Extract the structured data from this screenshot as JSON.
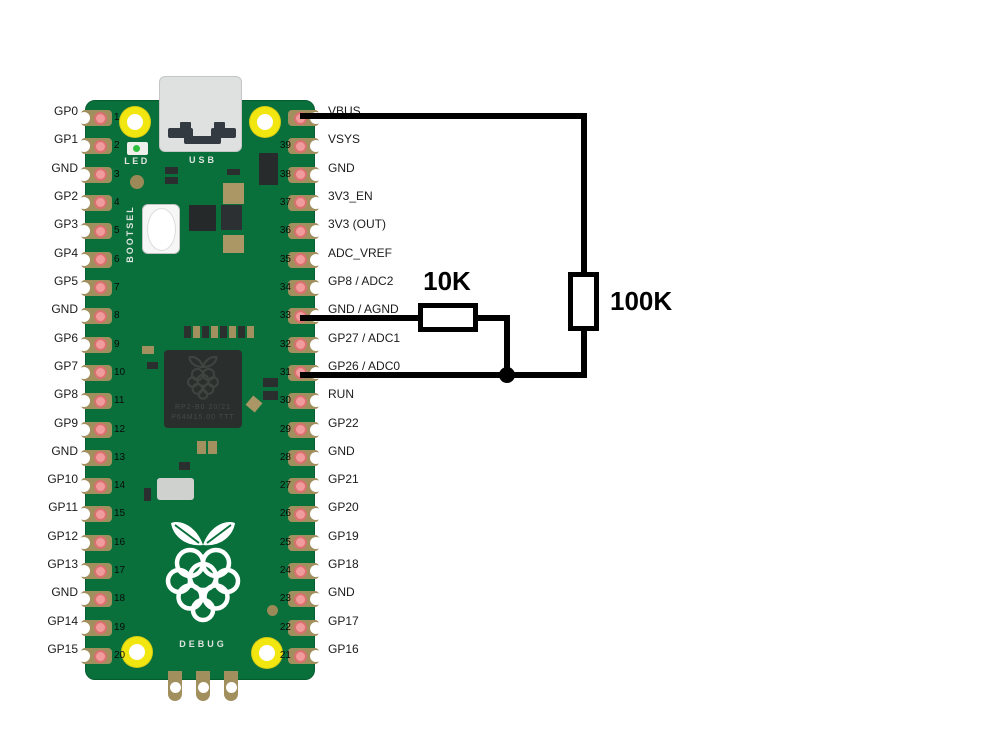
{
  "board": {
    "name": "Raspberry Pi Pico",
    "silkscreen": {
      "led": "LED",
      "usb": "USB",
      "bootsel": "BOOTSEL",
      "debug": "DEBUG",
      "chip_line1": "RP2-B0  20/21",
      "chip_line2": "P64M15.00 TTT"
    },
    "left_pins": [
      {
        "num": "1",
        "label": "GP0"
      },
      {
        "num": "2",
        "label": "GP1"
      },
      {
        "num": "3",
        "label": "GND"
      },
      {
        "num": "4",
        "label": "GP2"
      },
      {
        "num": "5",
        "label": "GP3"
      },
      {
        "num": "6",
        "label": "GP4"
      },
      {
        "num": "7",
        "label": "GP5"
      },
      {
        "num": "8",
        "label": "GND"
      },
      {
        "num": "9",
        "label": "GP6"
      },
      {
        "num": "10",
        "label": "GP7"
      },
      {
        "num": "11",
        "label": "GP8"
      },
      {
        "num": "12",
        "label": "GP9"
      },
      {
        "num": "13",
        "label": "GND"
      },
      {
        "num": "14",
        "label": "GP10"
      },
      {
        "num": "15",
        "label": "GP11"
      },
      {
        "num": "16",
        "label": "GP12"
      },
      {
        "num": "17",
        "label": "GP13"
      },
      {
        "num": "18",
        "label": "GND"
      },
      {
        "num": "19",
        "label": "GP14"
      },
      {
        "num": "20",
        "label": "GP15"
      }
    ],
    "right_pins": [
      {
        "num": "",
        "label": "VBUS"
      },
      {
        "num": "39",
        "label": "VSYS"
      },
      {
        "num": "38",
        "label": "GND"
      },
      {
        "num": "37",
        "label": "3V3_EN"
      },
      {
        "num": "36",
        "label": "3V3 (OUT)"
      },
      {
        "num": "35",
        "label": "ADC_VREF"
      },
      {
        "num": "34",
        "label": "GP8 / ADC2"
      },
      {
        "num": "33",
        "label": "GND / AGND"
      },
      {
        "num": "32",
        "label": "GP27 / ADC1"
      },
      {
        "num": "31",
        "label": "GP26 / ADC0"
      },
      {
        "num": "30",
        "label": "RUN"
      },
      {
        "num": "29",
        "label": "GP22"
      },
      {
        "num": "28",
        "label": "GND"
      },
      {
        "num": "27",
        "label": "GP21"
      },
      {
        "num": "26",
        "label": "GP20"
      },
      {
        "num": "25",
        "label": "GP19"
      },
      {
        "num": "24",
        "label": "GP18"
      },
      {
        "num": "23",
        "label": "GND"
      },
      {
        "num": "22",
        "label": "GP17"
      },
      {
        "num": "21",
        "label": "GP16"
      }
    ]
  },
  "circuit": {
    "r10k": "10K",
    "r100k": "100K",
    "connections": [
      {
        "from": "VBUS",
        "to": "100K (top)"
      },
      {
        "from": "100K (bottom)",
        "to": "GP26 / ADC0 node"
      },
      {
        "from": "GND / AGND",
        "through": "10K",
        "to": "GP26 / ADC0 node"
      }
    ]
  },
  "colors": {
    "board_green": "#09703c",
    "pad_gold": "#a28f5e",
    "hole_pink": "#f19c9c",
    "mount_yellow": "#f2e611",
    "usb_gray": "#dfe0e0",
    "chip_dark": "#2a2e2d",
    "wire_black": "#000000"
  }
}
